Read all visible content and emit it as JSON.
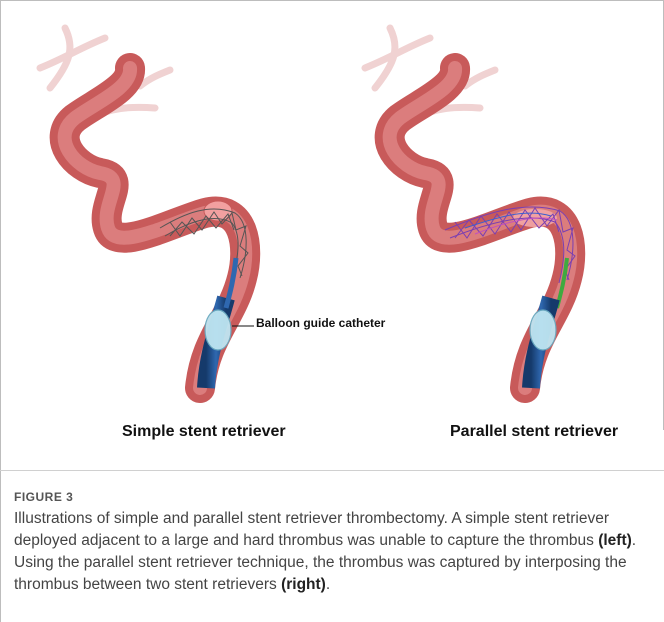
{
  "callout": {
    "balloon_label": "Balloon guide catheter"
  },
  "panels": {
    "left_caption": "Simple stent retriever",
    "right_caption": "Parallel stent retriever"
  },
  "figure": {
    "label": "FIGURE 3",
    "caption_part1": "Illustrations of simple and parallel stent retriever thrombectomy. A simple stent retriever deployed adjacent to a large and hard thrombus was unable to capture the thrombus ",
    "caption_left": "(left)",
    "caption_part2": ". Using the parallel stent retriever technique, the thrombus was captured by interposing the thrombus between two stent retrievers ",
    "caption_right": "(right)",
    "caption_end": "."
  },
  "colors": {
    "vessel": "#d96a6a",
    "vessel_dark": "#b84a4a",
    "catheter": "#1f4f8f",
    "balloon": "#bfe6f2",
    "stent_simple": "#555555",
    "stent_parallel": "#7a3fb2",
    "green_stent": "#3faa3f"
  }
}
